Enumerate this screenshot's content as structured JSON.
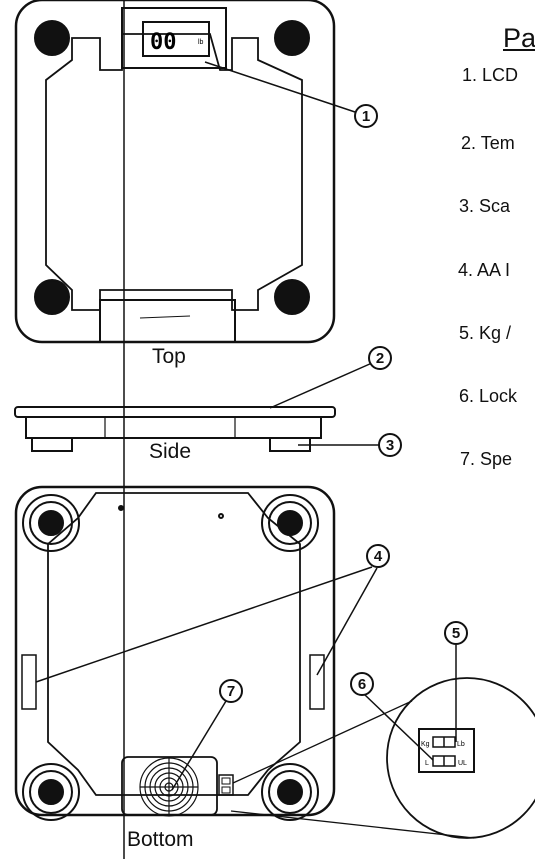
{
  "diagram": {
    "title": "Pa",
    "views": {
      "top": "Top",
      "side": "Side",
      "bottom": "Bottom"
    },
    "lcd_reading": "00",
    "lcd_unit": "lb",
    "parts": [
      {
        "number": "1",
        "label": "1. LCD"
      },
      {
        "number": "2",
        "label": "2. Tem"
      },
      {
        "number": "3",
        "label": "3. Sca"
      },
      {
        "number": "4",
        "label": "4. AA I"
      },
      {
        "number": "5",
        "label": "5. Kg /"
      },
      {
        "number": "6",
        "label": "6. Lock"
      },
      {
        "number": "7",
        "label": "7. Spe"
      }
    ],
    "switch_labels": {
      "kg": "Kg",
      "lb": "Lb",
      "lock": "L",
      "unlock": "UL"
    }
  }
}
